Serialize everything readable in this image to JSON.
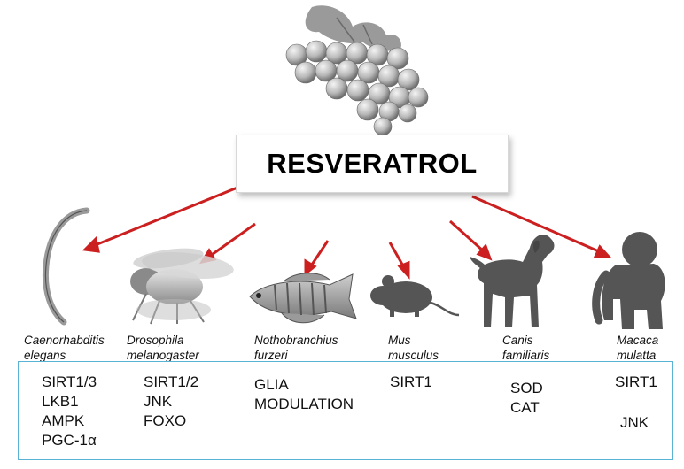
{
  "title": "RESVERATROL",
  "species": [
    {
      "genus": "Caenorhabditis",
      "epithet": "elegans"
    },
    {
      "genus": "Drosophila",
      "epithet": "melanogaster"
    },
    {
      "genus": "Nothobranchius",
      "epithet": "furzeri"
    },
    {
      "genus": "Mus",
      "epithet": "musculus"
    },
    {
      "genus": "Canis",
      "epithet": "familiaris"
    },
    {
      "genus": "Macaca",
      "epithet": "mulatta"
    }
  ],
  "markers": {
    "elegans": [
      "SIRT1/3",
      "LKB1",
      "AMPK",
      "PGC-1α"
    ],
    "drosophila": [
      "SIRT1/2",
      "JNK",
      "FOXO"
    ],
    "nothobranchius": [
      "GLIA",
      "MODULATION"
    ],
    "mus": [
      "SIRT1"
    ],
    "canis": [
      "SOD",
      "CAT"
    ],
    "macaca_up": [
      "SIRT1"
    ],
    "macaca_down": [
      "JNK"
    ]
  },
  "colors": {
    "arrow_red": "#cc1f1f",
    "up_green": "#1fb31f",
    "down_red": "#cc1f1f",
    "panel_border": "#5ab3d4",
    "silhouette": "#555555"
  },
  "icons": [
    "grapes-icon",
    "worm-icon",
    "fly-icon",
    "fish-icon",
    "mouse-icon",
    "dog-icon",
    "monkey-icon"
  ]
}
